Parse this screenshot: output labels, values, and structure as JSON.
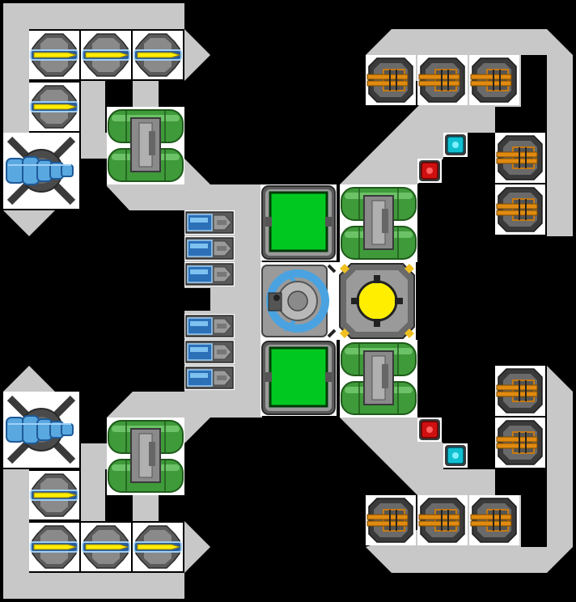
{
  "ship": {
    "hull_color": "#c8c8c8",
    "module_bg": "#ffffff",
    "components": {
      "reactor_core": "reactor-core",
      "bridge": "bridge-cockpit",
      "power_tanks": [
        "green-screen-module",
        "green-screen-module"
      ],
      "fuel_tanks": "green-fuel-tank",
      "missile_launchers": "yellow-missile-launcher",
      "laser_turrets": "orange-laser-turret",
      "ion_thrusters": "blue-ion-thruster",
      "battery_cells": "blue-battery-cell",
      "shield_nodes": [
        "red-node",
        "cyan-node"
      ]
    },
    "counts": {
      "missile_launchers": 8,
      "laser_turrets": 10,
      "fuel_tanks": 8,
      "battery_cells": 6,
      "ion_thrusters": 2,
      "shield_nodes": 4
    }
  },
  "palette": {
    "yellow": "#ffee00",
    "green": "#00c820",
    "orange": "#e08a10",
    "blue": "#4aa3e0",
    "red": "#d01010",
    "cyan": "#10c0d0"
  }
}
